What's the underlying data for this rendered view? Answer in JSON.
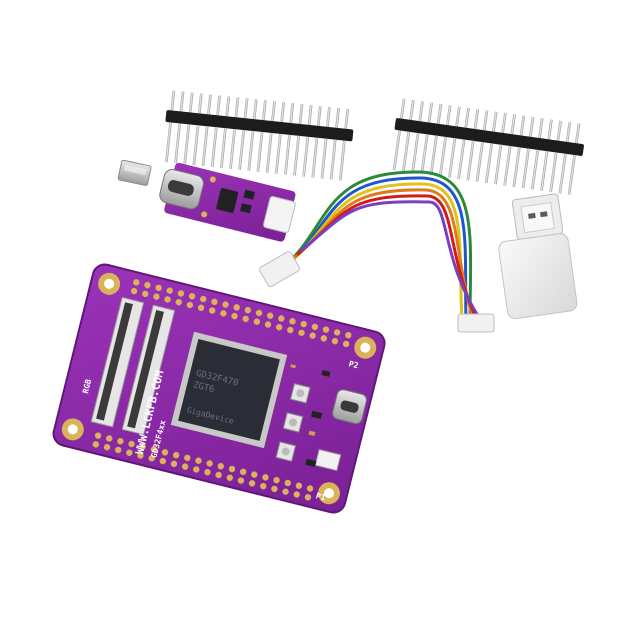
{
  "scene": {
    "description_items": [
      "pin-header-left",
      "pin-header-right",
      "jumper-cap",
      "usb-c-adapter-board",
      "wire-harness",
      "usb-a-plug",
      "dev-board"
    ],
    "colors": {
      "board_purple": "#8c2aa8",
      "board_purple_dark": "#5e1877",
      "header_black": "#1c1c1c",
      "pin_silver": "#c9c9c9",
      "gold_pad": "#d9b25a",
      "chip_dark": "#2b2d36",
      "wire_colors": [
        "#2a8a3a",
        "#1d57c9",
        "#e0c21a",
        "#e07a1a",
        "#d11a1a",
        "#7a3fbf"
      ]
    }
  },
  "board": {
    "silk_url": "WWW.LCKFB.COM",
    "silk_rgb": "RGB",
    "silk_p1": "P1",
    "silk_p2": "P2",
    "silk_model": "GD32F4xx",
    "chip_brand": "GigaDevice",
    "chip_line1": "GD32F470",
    "chip_line2": "ZGT6"
  }
}
